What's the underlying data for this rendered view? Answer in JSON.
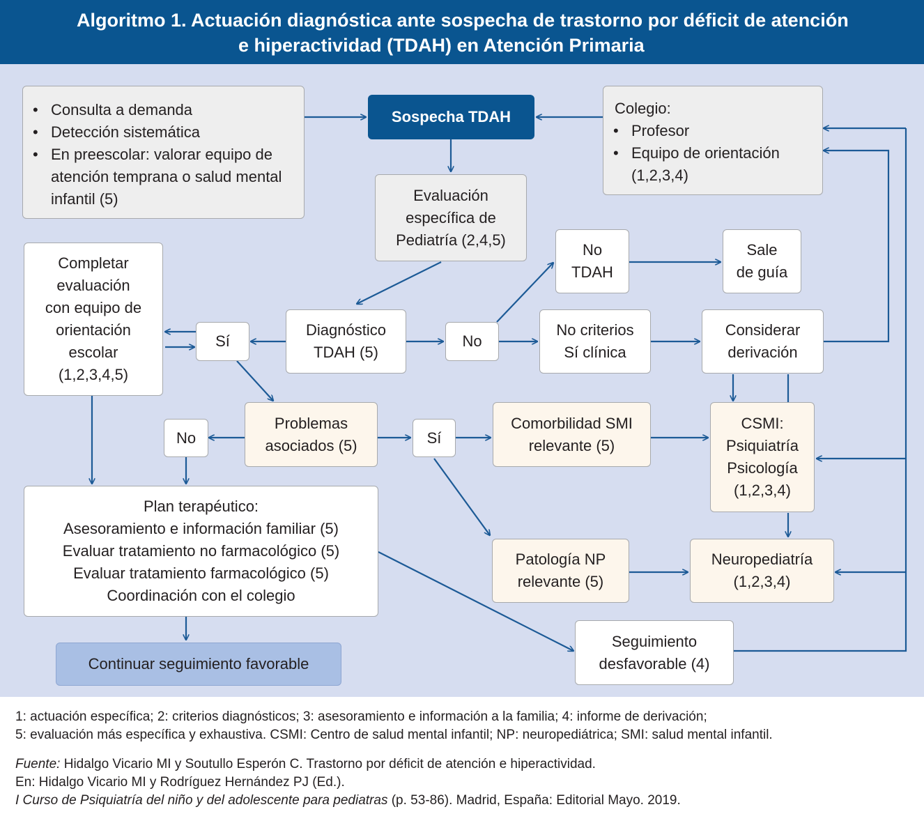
{
  "title": {
    "line1": "Algoritmo 1.  Actuación diagnóstica ante sospecha de trastorno por déficit de atención",
    "line2": "e hiperactividad (TDAH) en Atención Primaria"
  },
  "nodes": {
    "consulta": [
      "Consulta a demanda",
      "Detección sistemática",
      "En preescolar: valorar equipo de atención temprana o salud mental infantil (5)"
    ],
    "sospecha": "Sospecha TDAH",
    "colegio": {
      "heading": "Colegio:",
      "items": [
        "Profesor",
        "Equipo de orientación (1,2,3,4)"
      ]
    },
    "evaluacion": [
      "Evaluación",
      "específica de",
      "Pediatría (2,4,5)"
    ],
    "completar": [
      "Completar",
      "evaluación",
      "con equipo de",
      "orientación",
      "escolar",
      "(1,2,3,4,5)"
    ],
    "si_1": "Sí",
    "diagnostico": [
      "Diagnóstico",
      "TDAH (5)"
    ],
    "no_1": "No",
    "no_tdah": [
      "No",
      "TDAH"
    ],
    "sale_guia": [
      "Sale",
      "de guía"
    ],
    "no_criterios": [
      "No criterios",
      "Sí clínica"
    ],
    "considerar": [
      "Considerar",
      "derivación"
    ],
    "no_2": "No",
    "problemas": [
      "Problemas",
      "asociados (5)"
    ],
    "si_2": "Sí",
    "comorbilidad": [
      "Comorbilidad SMI",
      "relevante (5)"
    ],
    "csmi": [
      "CSMI:",
      "Psiquiatría",
      "Psicología",
      "(1,2,3,4)"
    ],
    "plan": [
      "Plan terapéutico:",
      "Asesoramiento e información familiar (5)",
      "Evaluar tratamiento no farmacológico (5)",
      "Evaluar tratamiento farmacológico (5)",
      "Coordinación con el colegio"
    ],
    "patologia": [
      "Patología NP",
      "relevante (5)"
    ],
    "neuro": [
      "Neuropediatría",
      "(1,2,3,4)"
    ],
    "continuar": "Continuar seguimiento favorable",
    "seguimiento": [
      "Seguimiento",
      "desfavorable (4)"
    ]
  },
  "footnotes": {
    "line1": "1: actuación específica;  2: criterios diagnósticos;  3: asesoramiento e información a la familia;  4: informe de derivación;",
    "line2": "5: evaluación más específica y exhaustiva.  CSMI: Centro de salud mental infantil;  NP: neuropediátrica;  SMI: salud mental infantil."
  },
  "source": {
    "label": "Fuente:",
    "line1": " Hidalgo Vicario MI y Soutullo Esperón C. Trastorno por déficit de atención e hiperactividad.",
    "line2": "En: Hidalgo Vicario MI y Rodríguez Hernández PJ (Ed.).",
    "book": "I Curso de Psiquiatría del niño y del adolescente para pediatras",
    "line3_rest": " (p. 53-86). Madrid, España: Editorial Mayo. 2019."
  },
  "colors": {
    "header": "#0a5590",
    "panel": "#d6ddf0",
    "arrow": "#1c5a96",
    "node_gray": "#eeeeee",
    "node_cream": "#fdf6ec",
    "node_lightblue": "#a9bfe4"
  }
}
